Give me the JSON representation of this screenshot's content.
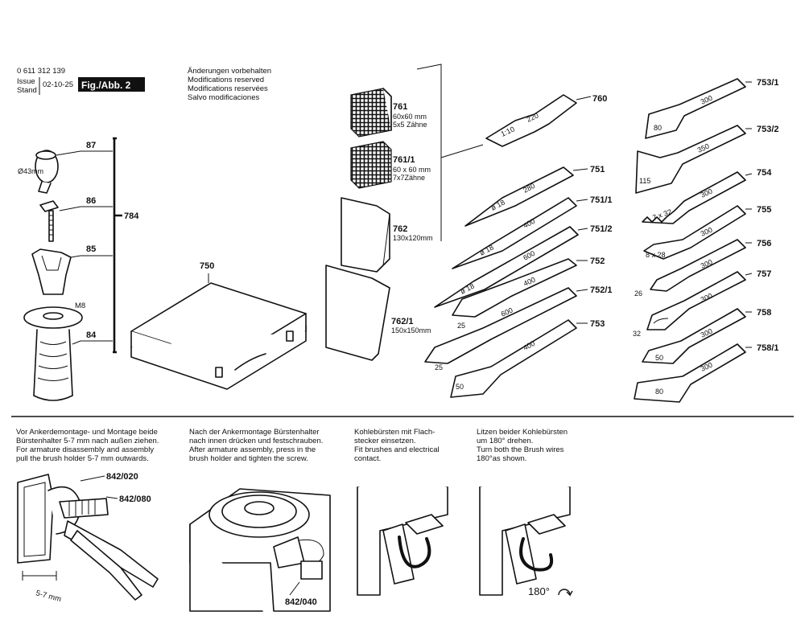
{
  "header": {
    "doc_number": "0 611 312 139",
    "issue_label": "Issue",
    "stand_label": "Stand",
    "issue_date": "02-10-25",
    "fig_label": "Fig./Abb. 2",
    "notice": [
      "Änderungen vorbehalten",
      "Modifications reserved",
      "Modifications reservées",
      "Salvo modificaciones"
    ]
  },
  "handle": {
    "labels": [
      "87",
      "86",
      "85",
      "84",
      "784"
    ],
    "dim_diameter": "Ø43mm",
    "thread": "M8"
  },
  "case": {
    "label": "750"
  },
  "pads": [
    {
      "id": "761",
      "lines": [
        "60x60 mm",
        "5x5 Zähne"
      ]
    },
    {
      "id": "761/1",
      "lines": [
        "60 x 60 mm",
        "7x7Zähne"
      ]
    },
    {
      "id": "762",
      "lines": [
        "130x120mm"
      ]
    },
    {
      "id": "762/1",
      "lines": [
        "150x150mm"
      ]
    }
  ],
  "adapter": {
    "id": "760",
    "ratio": "1:10",
    "length": "220"
  },
  "tools_mid": [
    {
      "id": "751",
      "length": "280",
      "dia": "ø 18"
    },
    {
      "id": "751/1",
      "length": "400",
      "dia": "ø 18"
    },
    {
      "id": "751/2",
      "length": "600",
      "dia": "ø 18"
    },
    {
      "id": "752",
      "length": "400",
      "width": "25"
    },
    {
      "id": "752/1",
      "length": "600",
      "width": "25"
    },
    {
      "id": "753",
      "length": "400",
      "width": "50"
    }
  ],
  "tools_right": [
    {
      "id": "753/1",
      "length": "300",
      "width": "80"
    },
    {
      "id": "753/2",
      "length": "350",
      "width": "115"
    },
    {
      "id": "754",
      "length": "300",
      "width": "7 x 32"
    },
    {
      "id": "755",
      "length": "300",
      "width": "8 x 28"
    },
    {
      "id": "756",
      "length": "300",
      "width": "26"
    },
    {
      "id": "757",
      "length": "300",
      "width": "32"
    },
    {
      "id": "758",
      "length": "300",
      "width": "50"
    },
    {
      "id": "758/1",
      "length": "300",
      "width": "80"
    }
  ],
  "steps": [
    {
      "lines": [
        "Vor Ankerdemontage- und Montage beide",
        "Bürstenhalter 5-7 mm nach außen ziehen.",
        "For armature disassembly and assembly",
        "pull the brush holder 5-7 mm outwards."
      ],
      "parts": [
        "842/020",
        "842/080"
      ],
      "dim": "5-7 mm"
    },
    {
      "lines": [
        "Nach der Ankermontage Bürstenhalter",
        "nach innen drücken und festschrauben.",
        "After armature assembly, press in the",
        "brush holder and tighten the screw."
      ],
      "parts": [
        "842/040"
      ]
    },
    {
      "lines": [
        "Kohlebürsten mit Flach-",
        "stecker einsetzen.",
        "Fit brushes and electrical",
        "contact."
      ],
      "parts": []
    },
    {
      "lines": [
        "Litzen beider Kohlebürsten",
        "um 180° drehen.",
        "Turn both the Brush wires",
        "180°as shown."
      ],
      "parts": [],
      "rotation": "180°"
    }
  ]
}
